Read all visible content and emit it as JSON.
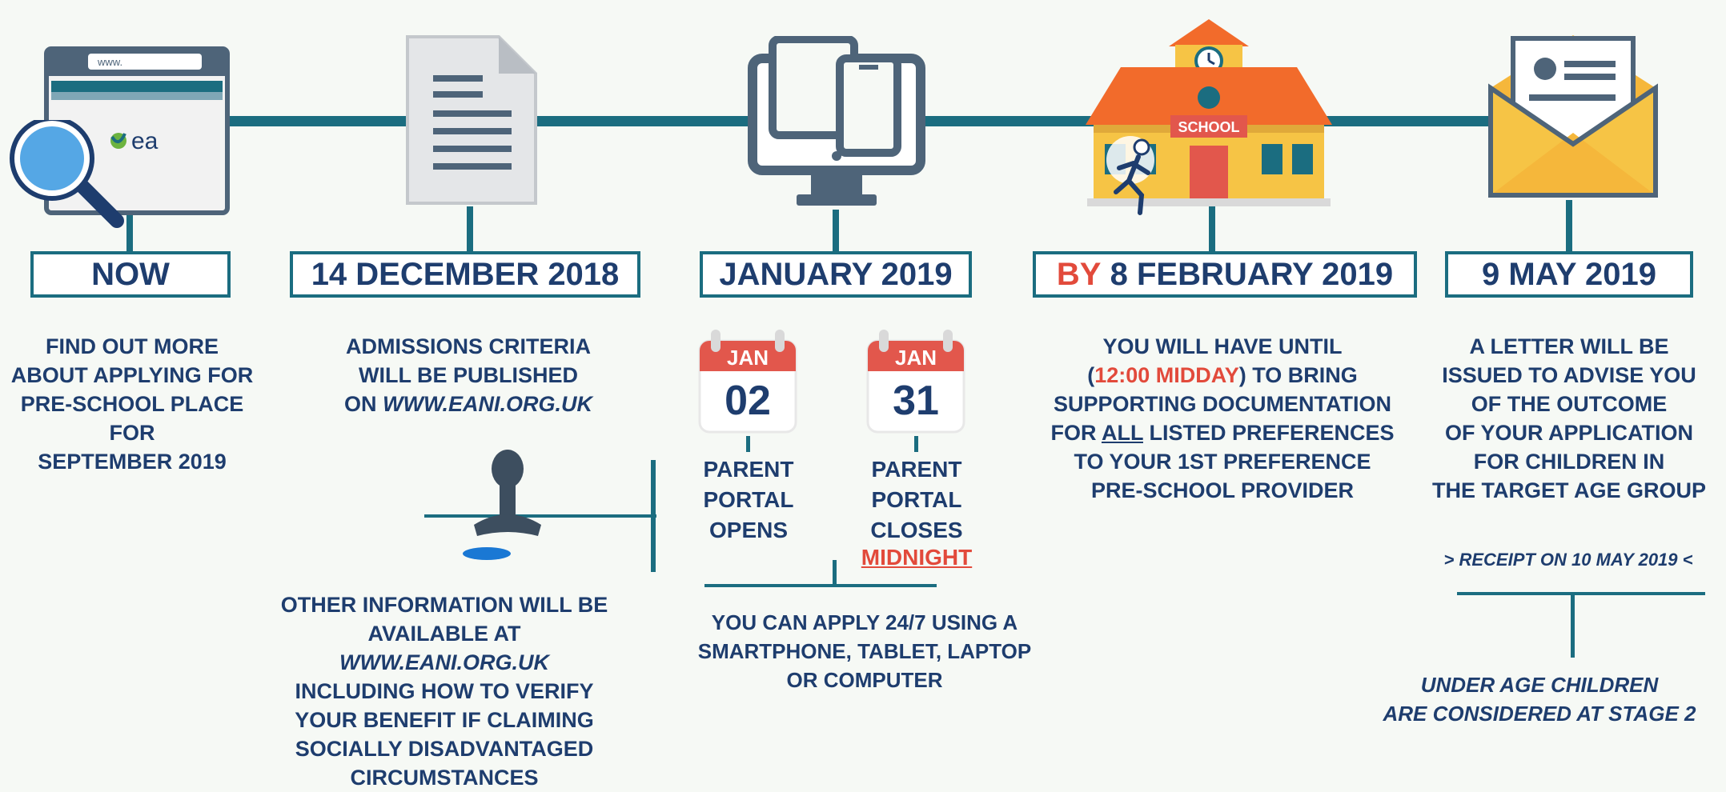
{
  "stages": [
    {
      "date": "NOW",
      "lines": [
        "FIND OUT MORE",
        "ABOUT APPLYING FOR",
        "PRE-SCHOOL PLACE FOR",
        "SEPTEMBER 2019"
      ],
      "browser_url": "www.",
      "browser_logo": "ea",
      "icons": [
        "browser-icon",
        "magnifier-icon"
      ]
    },
    {
      "date": "14 DECEMBER 2018",
      "lines": [
        "ADMISSIONS CRITERIA",
        "WILL BE PUBLISHED"
      ],
      "line3_prefix": "ON ",
      "line3_url": "WWW.EANI.ORG.UK",
      "other_lines": [
        "OTHER INFORMATION WILL BE"
      ],
      "other_line2_prefix": "AVAILABLE AT ",
      "other_line2_url": "WWW.EANI.ORG.UK",
      "other_lines_rest": [
        "INCLUDING HOW TO VERIFY",
        "YOUR BENEFIT IF CLAIMING",
        "SOCIALLY DISADVANTAGED",
        "CIRCUMSTANCES"
      ],
      "icons": [
        "document-icon",
        "stamp-icon"
      ]
    },
    {
      "date": "JANUARY 2019",
      "calendars": [
        {
          "month": "JAN",
          "day": "02",
          "label_lines": [
            "PARENT",
            "PORTAL",
            "OPENS"
          ]
        },
        {
          "month": "JAN",
          "day": "31",
          "label_lines": [
            "PARENT",
            "PORTAL",
            "CLOSES"
          ],
          "note": "MIDNIGHT"
        }
      ],
      "note_lines": [
        "YOU CAN APPLY 24/7 USING A",
        "SMARTPHONE, TABLET, LAPTOP",
        "OR COMPUTER"
      ],
      "icons": [
        "devices-icon",
        "calendar-icon"
      ]
    },
    {
      "date_prefix": "BY",
      "date": "8 FEBRUARY 2019",
      "line1": "YOU WILL HAVE UNTIL",
      "line2_open": "(",
      "line2_highlight": "12:00 MIDDAY",
      "line2_rest": ") TO BRING",
      "line3": "SUPPORTING DOCUMENTATION",
      "line4_prefix": "FOR ",
      "line4_underlined": "ALL",
      "line4_rest": " LISTED PREFERENCES",
      "line5": "TO YOUR 1ST PREFERENCE",
      "line6": "PRE-SCHOOL PROVIDER",
      "school_sign": "SCHOOL",
      "icons": [
        "school-icon",
        "running-person-icon"
      ]
    },
    {
      "date": "9 MAY 2019",
      "lines": [
        "A LETTER WILL BE",
        "ISSUED TO ADVISE YOU",
        "OF THE OUTCOME",
        "OF YOUR APPLICATION",
        "FOR CHILDREN IN",
        "THE TARGET AGE GROUP"
      ],
      "receipt": "> RECEIPT ON 10 MAY 2019 <",
      "under_age_lines": [
        "UNDER AGE CHILDREN",
        "ARE CONSIDERED AT STAGE 2"
      ],
      "icons": [
        "envelope-icon"
      ]
    }
  ],
  "colors": {
    "teal": "#1b6d80",
    "navy": "#1e3d6e",
    "red": "#e24a3b",
    "orange": "#f26b2b",
    "yellow": "#f6c445",
    "background": "#f6f9f5"
  }
}
